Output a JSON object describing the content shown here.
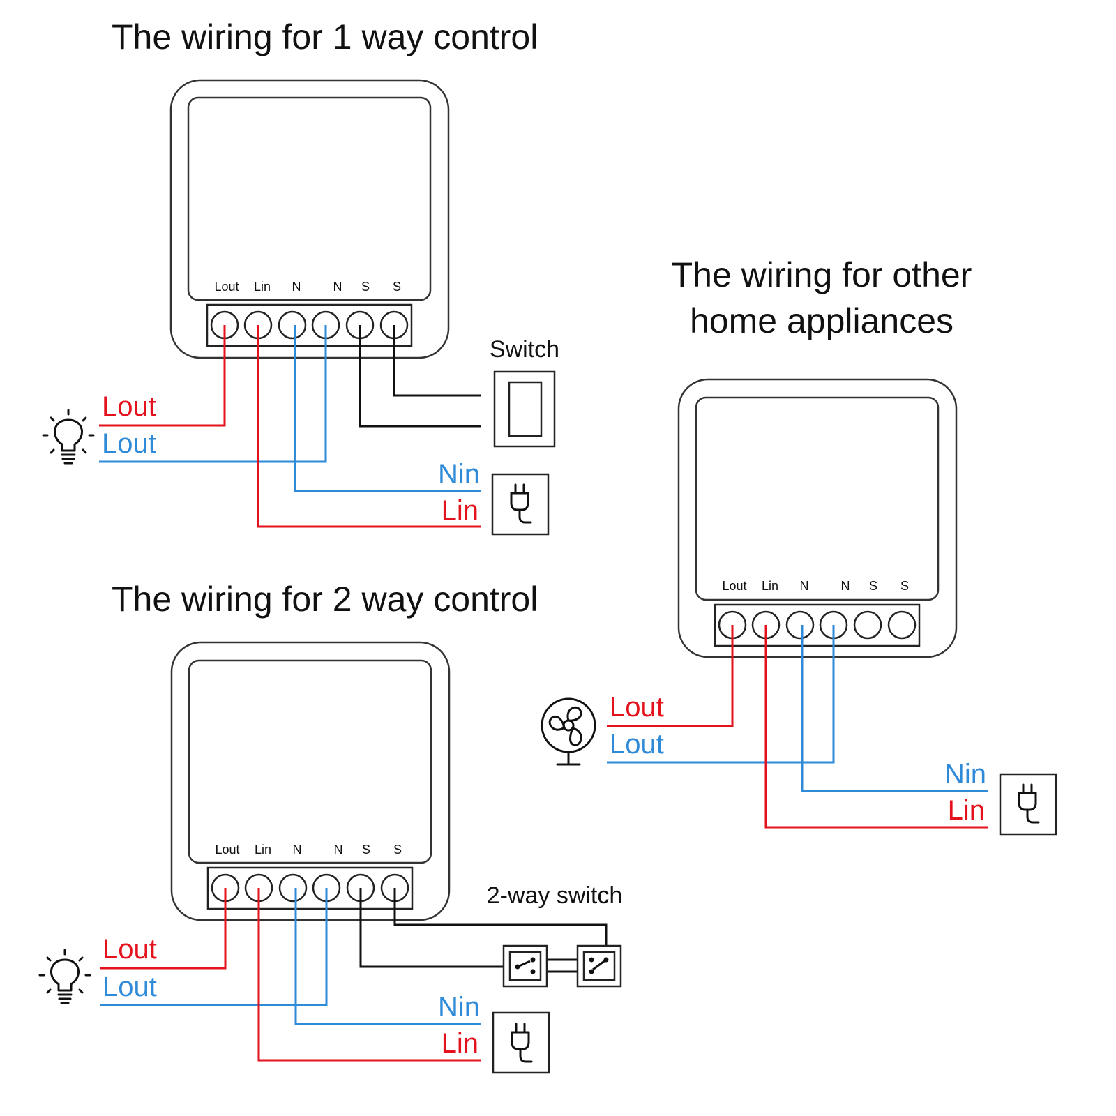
{
  "colors": {
    "live": "#e3121d",
    "neutral": "#2f8ad8",
    "switch_wire": "#111111"
  },
  "terminal_labels": [
    "Lout",
    "Lin",
    "N",
    "N",
    "S",
    "S"
  ],
  "one_way": {
    "title": "The wiring for 1 way control",
    "switch_label": "Switch",
    "load_icon": "light-bulb-icon",
    "supply_icon": "power-plug-icon",
    "labels": {
      "load_live": "Lout",
      "load_neutral": "Lout",
      "supply_neutral": "Nin",
      "supply_live": "Lin"
    }
  },
  "two_way": {
    "title": "The wiring for 2 way control",
    "switch_label": "2-way switch",
    "load_icon": "light-bulb-icon",
    "supply_icon": "power-plug-icon",
    "labels": {
      "load_live": "Lout",
      "load_neutral": "Lout",
      "supply_neutral": "Nin",
      "supply_live": "Lin"
    }
  },
  "appliance": {
    "title_line1": "The wiring for other",
    "title_line2": "home appliances",
    "load_icon": "fan-icon",
    "supply_icon": "power-plug-icon",
    "labels": {
      "load_live": "Lout",
      "load_neutral": "Lout",
      "supply_neutral": "Nin",
      "supply_live": "Lin"
    }
  }
}
